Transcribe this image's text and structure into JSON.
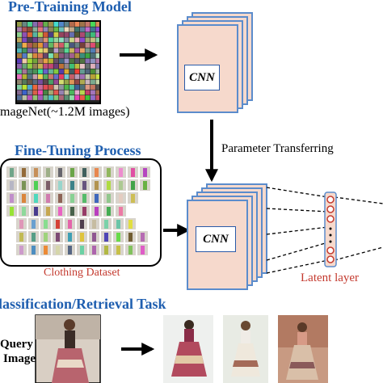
{
  "headings": {
    "pretraining": "Pre-Training Model",
    "finetuning": "Fine-Tuning Process",
    "task": "lassification/Retrieval Task"
  },
  "labels": {
    "imagenet": "mageNet(~1.2M images)",
    "param_transfer": "Parameter Transferring",
    "clothing_dataset": "Clothing Dataset",
    "latent_layer": "Latent layer",
    "cnn_top": "CNN",
    "cnn_bottom": "CNN",
    "query_line1": "Query",
    "query_line2": "Image"
  },
  "colors": {
    "heading": "#1f5fb0",
    "red_label": "#c43a2f",
    "cnn_face": "#f6d9cc",
    "cnn_edge": "#5b8ccc",
    "latent_fill": "#f6d9cc",
    "latent_node": "#c43a2f"
  },
  "icons": {
    "arrow": "right-arrow-icon",
    "down_arrow": "down-arrow-icon"
  }
}
